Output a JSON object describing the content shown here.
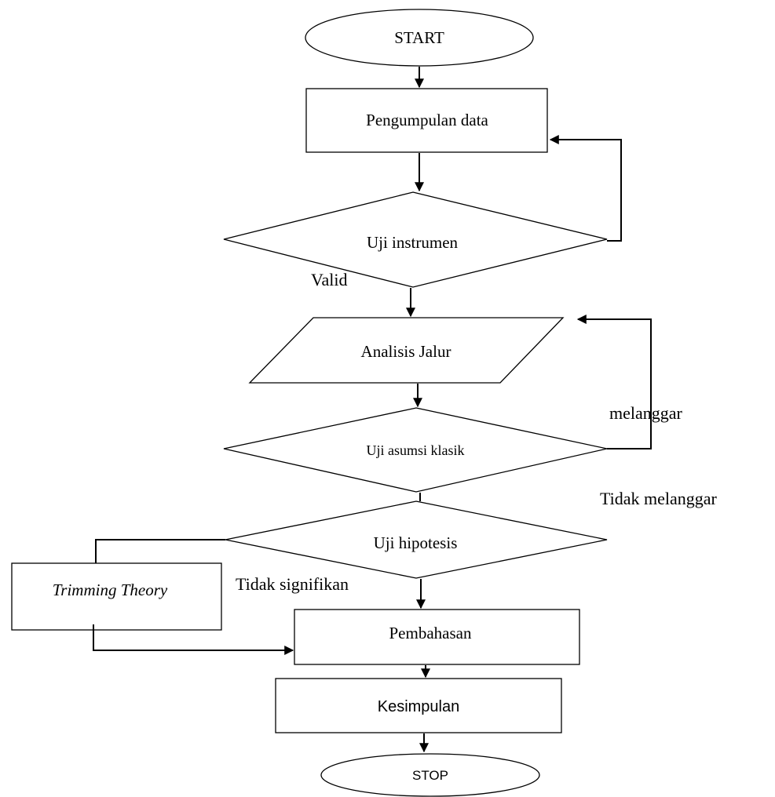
{
  "nodes": {
    "start": "START",
    "pengumpulan": "Pengumpulan data",
    "uji_instrumen": "Uji instrumen",
    "analisis": "Analisis Jalur",
    "uji_asumsi": "Uji asumsi klasik",
    "uji_hipotesis": "Uji hipotesis",
    "trimming": "Trimming Theory",
    "pembahasan": "Pembahasan",
    "kesimpulan": "Kesimpulan",
    "stop": "STOP"
  },
  "edge_labels": {
    "valid": "Valid",
    "melanggar": "melanggar",
    "tidak_melanggar": "Tidak melanggar",
    "tidak_signifikan": "Tidak signifikan"
  }
}
